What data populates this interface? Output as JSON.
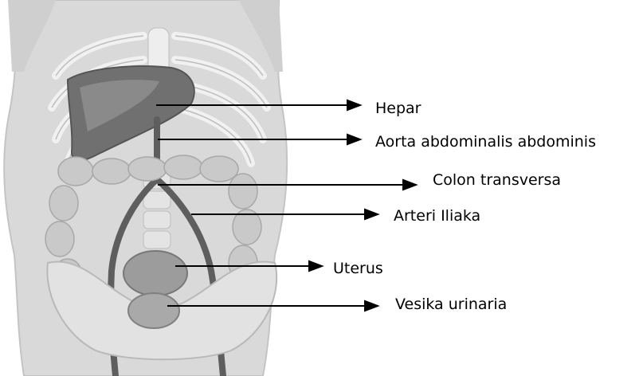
{
  "labels": [
    "Hepar",
    "Aorta abdominalis abdominis",
    "Colon transversa",
    "Arteri Iliaka",
    "Uterus",
    "Vesika urinaria"
  ],
  "colors": {
    "background": "#ffffff",
    "skin": "#d6d6d6",
    "bone": "#e8e8e8",
    "organ_dark": "#6e6e6e",
    "organ_mid": "#9a9a9a",
    "vessel": "#5a5a5a",
    "arrow": "#000000"
  }
}
